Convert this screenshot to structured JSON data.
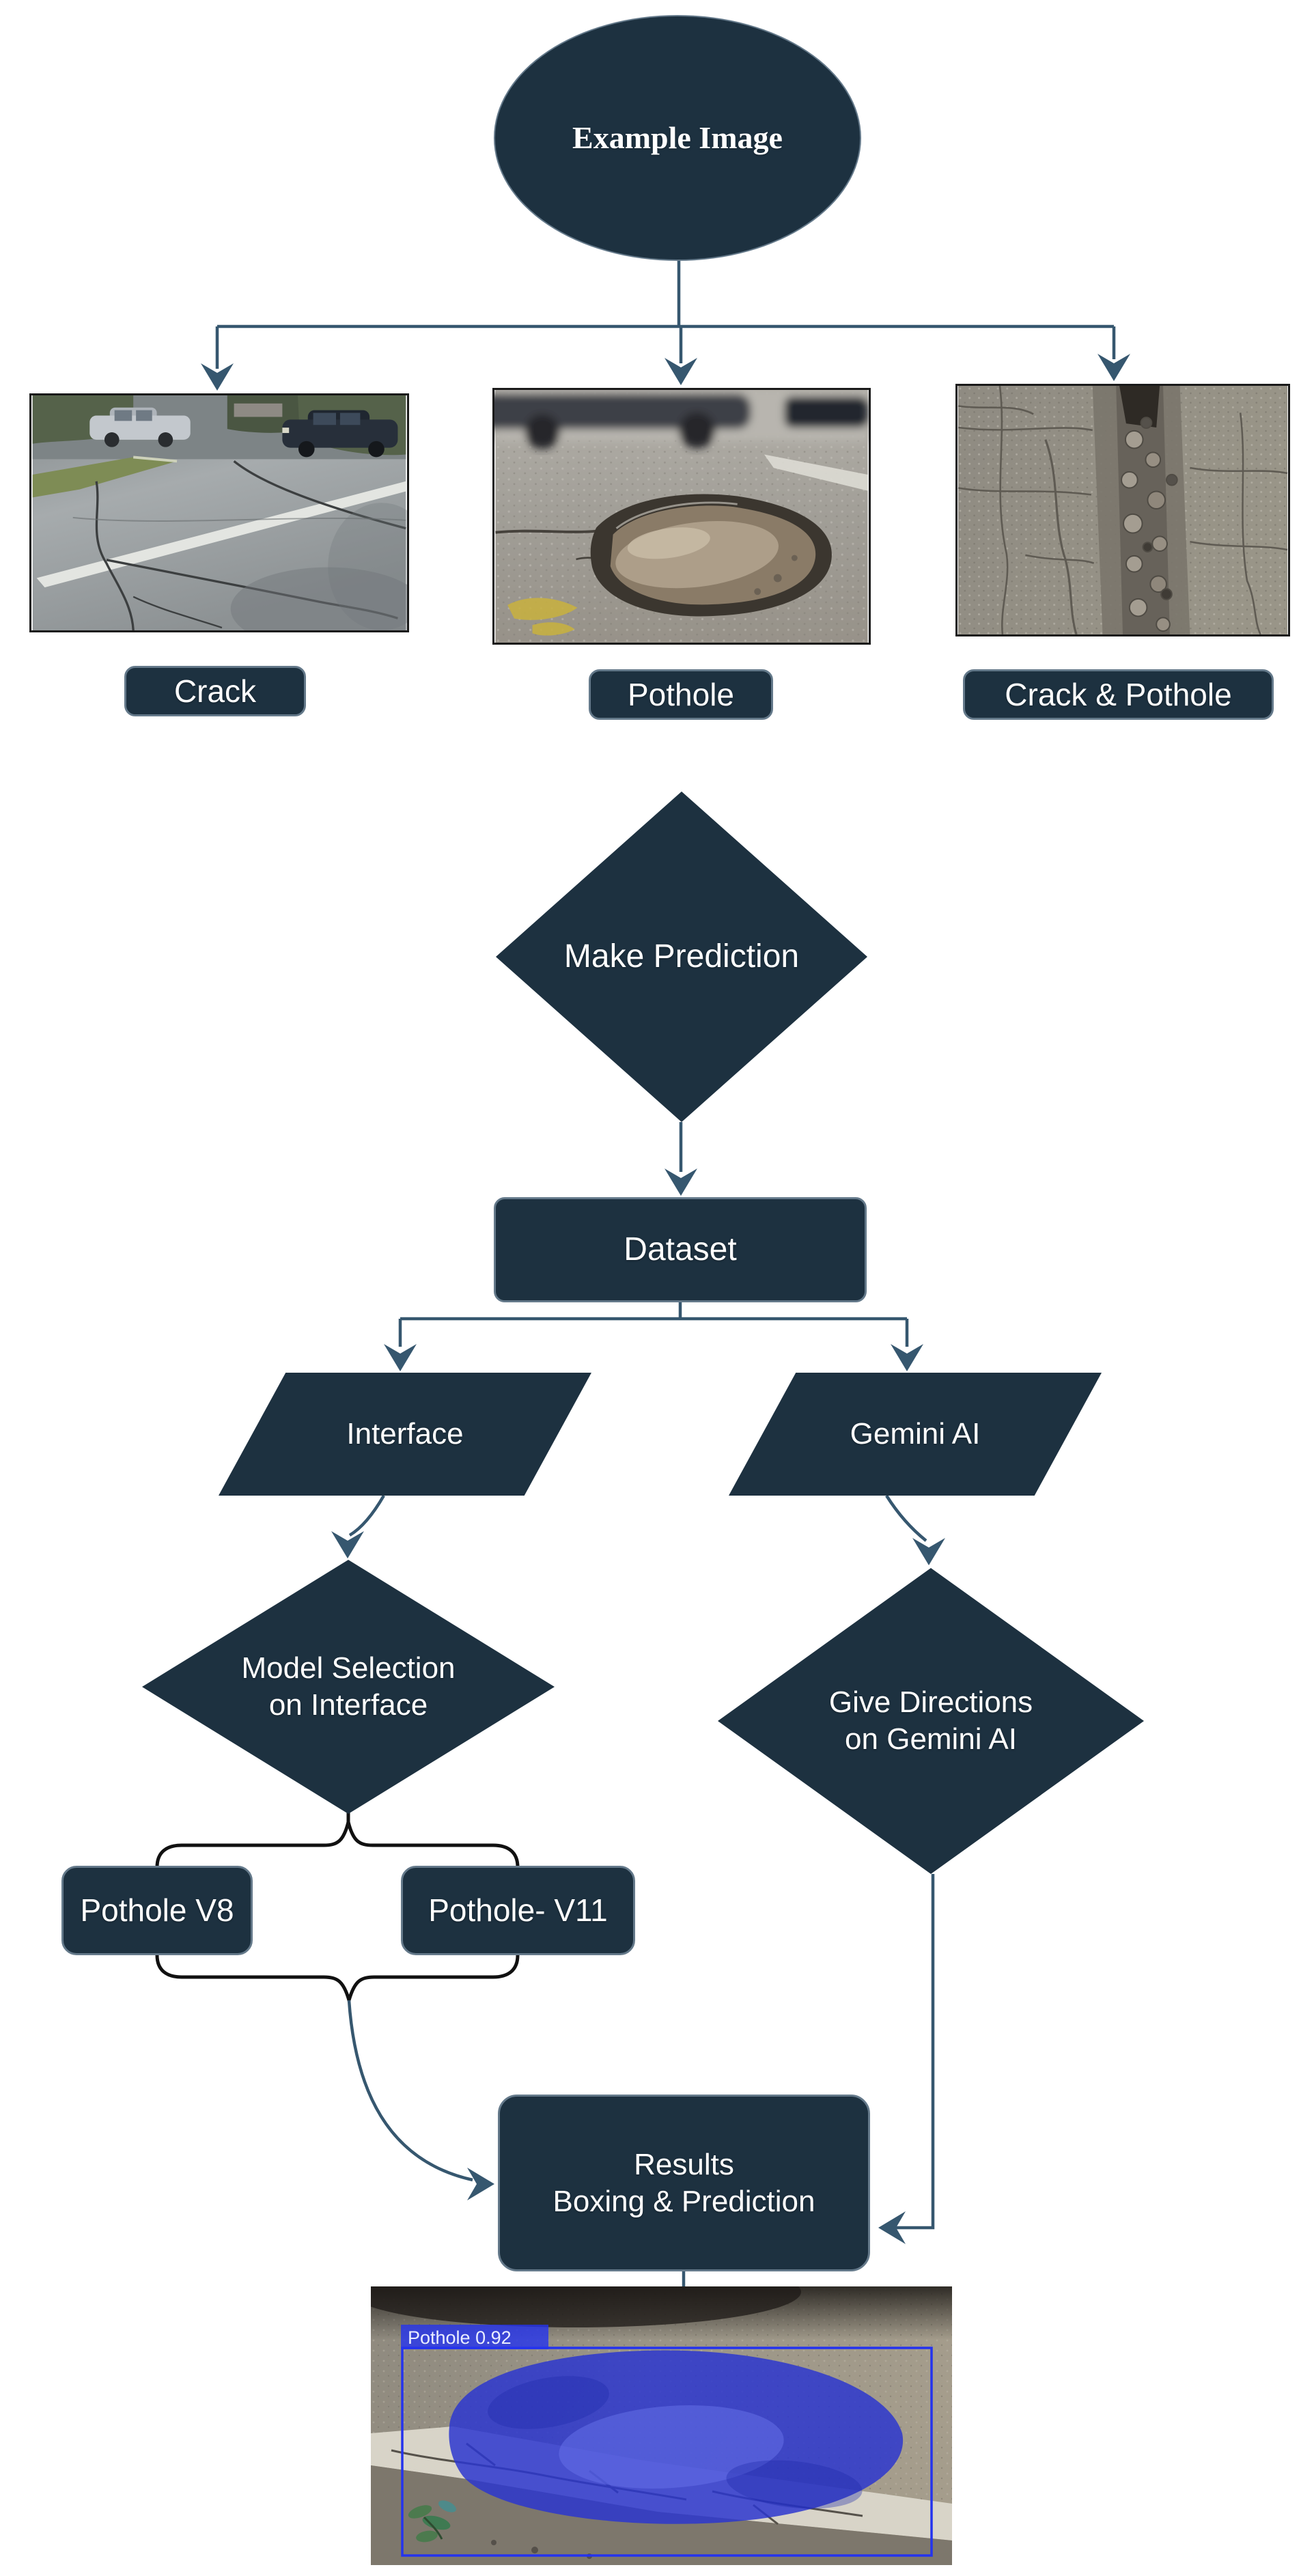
{
  "colors": {
    "node_fill": "#1d3140",
    "node_border": "#64798a",
    "connector": "#36576f",
    "brace": "#111111",
    "text": "#ffffff",
    "detection_blue": "#2433ee",
    "mask_blue": "#2b36cf"
  },
  "nodes": {
    "example_image": {
      "label": "Example Image"
    },
    "make_prediction": {
      "label": "Make Prediction"
    },
    "dataset": {
      "label": "Dataset"
    },
    "interface": {
      "label": "Interface"
    },
    "gemini_ai": {
      "label": "Gemini AI"
    },
    "model_selection": {
      "line1": "Model Selection",
      "line2": "on Interface"
    },
    "give_directions": {
      "line1": "Give Directions",
      "line2": "on Gemini AI"
    },
    "pothole_v8": {
      "label": "Pothole V8"
    },
    "pothole_v11": {
      "label": "Pothole- V11"
    },
    "results": {
      "line1": "Results",
      "line2": "Boxing & Prediction"
    }
  },
  "image_labels": {
    "crack": "Crack",
    "pothole": "Pothole",
    "crack_pothole": "Crack & Pothole"
  },
  "detection": {
    "label": "Pothole 0.92"
  }
}
